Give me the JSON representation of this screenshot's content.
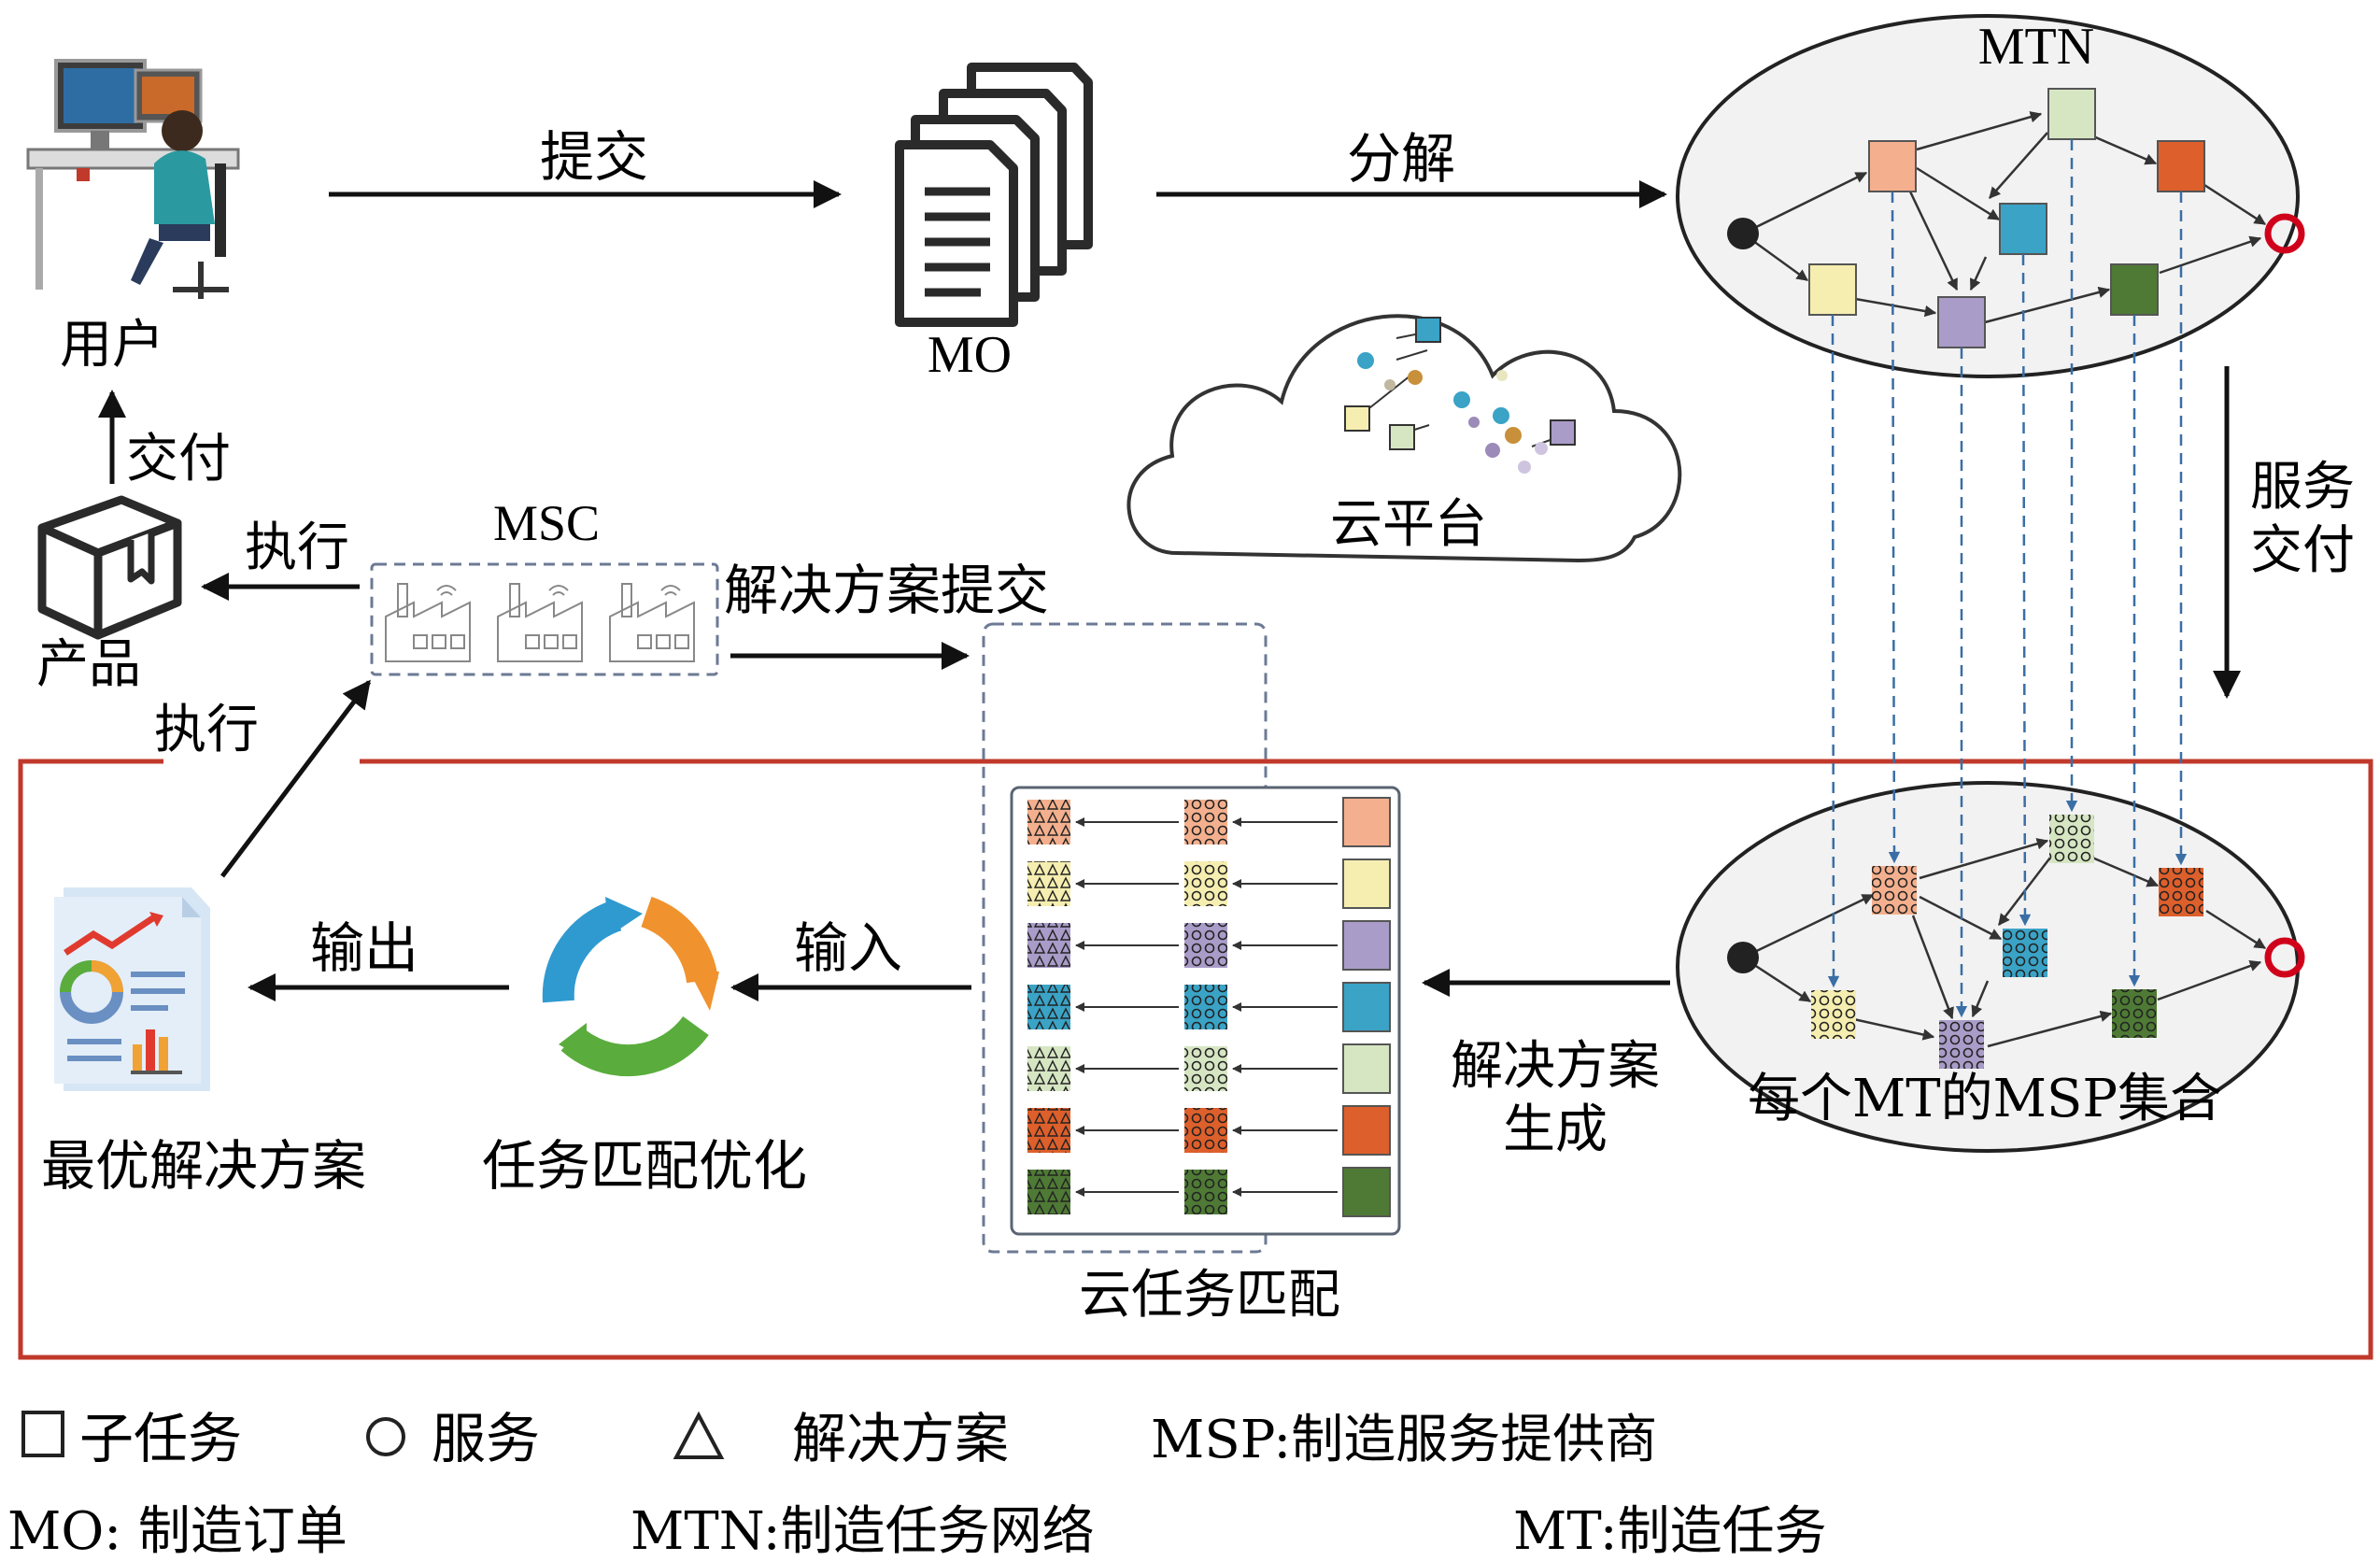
{
  "labels": {
    "user": "用户",
    "submit": "提交",
    "mo": "MO",
    "decompose": "分解",
    "mtn": "MTN",
    "cloud_platform": "云平台",
    "service_delivery_1": "服务",
    "service_delivery_2": "交付",
    "deliver": "交付",
    "product": "产品",
    "execute_top": "执行",
    "execute_diag": "执行",
    "msc": "MSC",
    "solution_submit": "解决方案提交",
    "msp_set": "每个MT的MSP集合",
    "solution_gen_1": "解决方案",
    "solution_gen_2": "生成",
    "input": "输入",
    "output": "输出",
    "optimize": "任务匹配优化",
    "best_solution": "最优解决方案",
    "cloud_match": "云任务匹配"
  },
  "legend": {
    "subtask": "子任务",
    "service": "服务",
    "solution": "解决方案",
    "msp_def": "MSP:制造服务提供商",
    "mo_def": "MO: 制造订单",
    "mtn_def": "MTN:制造任务网络",
    "mt_def": "MT:制造任务"
  },
  "colors": {
    "frame_red": "#c0392b",
    "dash_blue": "#3a6ea5",
    "peach": "#f4b08e",
    "cream": "#f5eeb0",
    "lavender": "#a99cc8",
    "teal": "#3aa3c6",
    "pale_green": "#d6e6c3",
    "orange": "#dd5f2b",
    "green": "#4e7a35"
  },
  "task_colors": [
    "#f4b08e",
    "#f5eeb0",
    "#a99cc8",
    "#3aa3c6",
    "#d6e6c3",
    "#dd5f2b",
    "#4e7a35"
  ]
}
